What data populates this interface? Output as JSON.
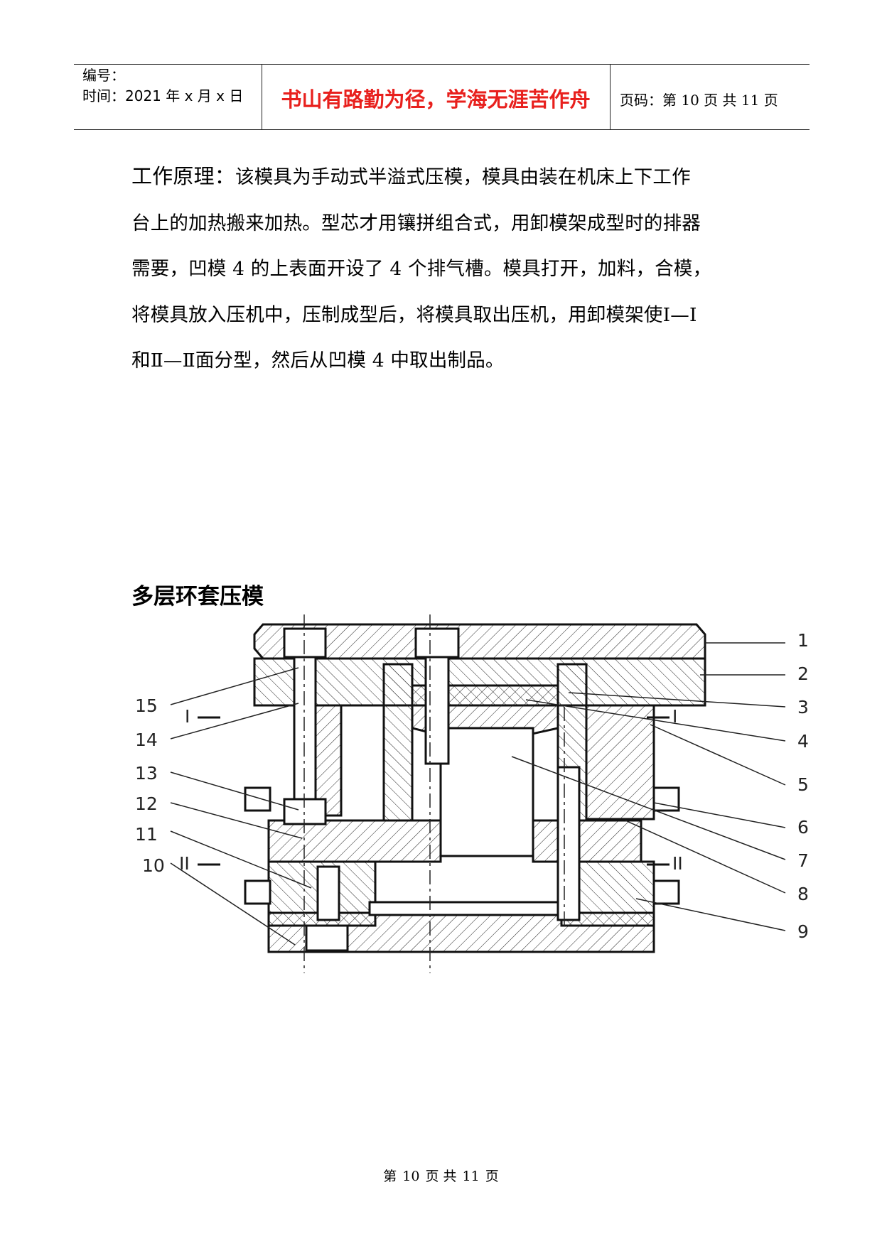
{
  "header": {
    "serial_label": "编号：",
    "time_label": "时间：2021 年 x 月 x 日",
    "motto": "书山有路勤为径，学海无涯苦作舟",
    "page_info": {
      "prefix": "页码：第",
      "current": "10",
      "mid": "页  共",
      "total": "11",
      "suffix": "页"
    }
  },
  "body": {
    "para_label": "工作原理：",
    "para_lines": [
      "该模具为手动式半溢式压模，模具由装在机床上下工作",
      "台上的加热搬来加热。型芯才用镶拼组合式，用卸模架成型时的排器",
      "需要，凹模 4 的上表面开设了 4 个排气槽。模具打开，加料，合模，",
      "将模具放入压机中，压制成型后，将模具取出压机，用卸模架使Ⅰ—Ⅰ",
      "和Ⅱ—Ⅱ面分型，然后从凹模 4 中取出制品。"
    ],
    "section_title": "多层环套压模"
  },
  "diagram": {
    "right_labels": [
      "1",
      "2",
      "3",
      "4",
      "5",
      "6",
      "7",
      "8",
      "9"
    ],
    "left_labels": [
      "15",
      "14",
      "13",
      "12",
      "11",
      "10"
    ],
    "parting_marks": [
      "I",
      "I",
      "II",
      "II"
    ]
  },
  "footer": {
    "prefix": "第",
    "current": "10",
    "mid": "页  共",
    "total": "11",
    "suffix": "页"
  }
}
